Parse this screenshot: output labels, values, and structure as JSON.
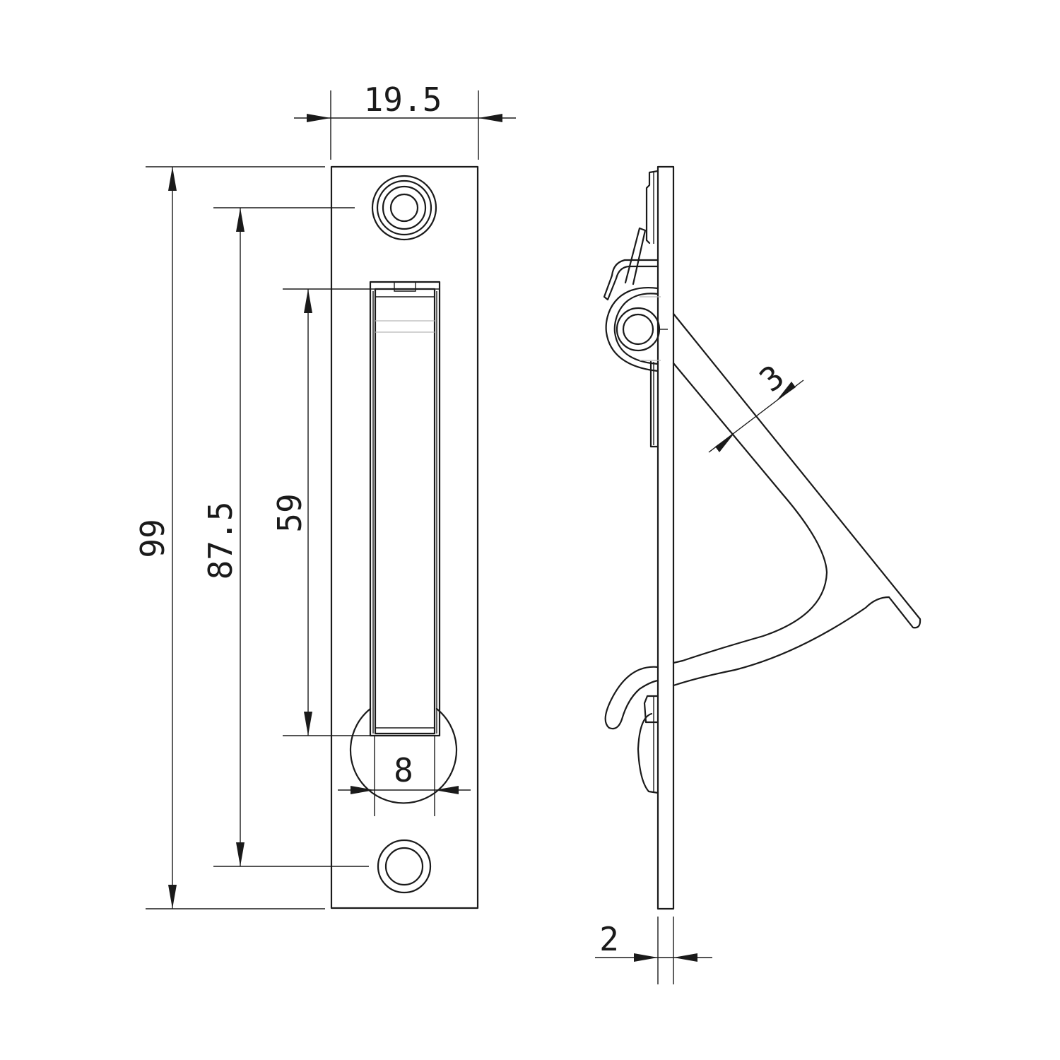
{
  "dimensions": {
    "width": "19.5",
    "total_height": "99",
    "hole_spacing": "87.5",
    "slot_length": "59",
    "slot_width": "8",
    "handle_thickness": "3",
    "plate_thickness": "2"
  }
}
